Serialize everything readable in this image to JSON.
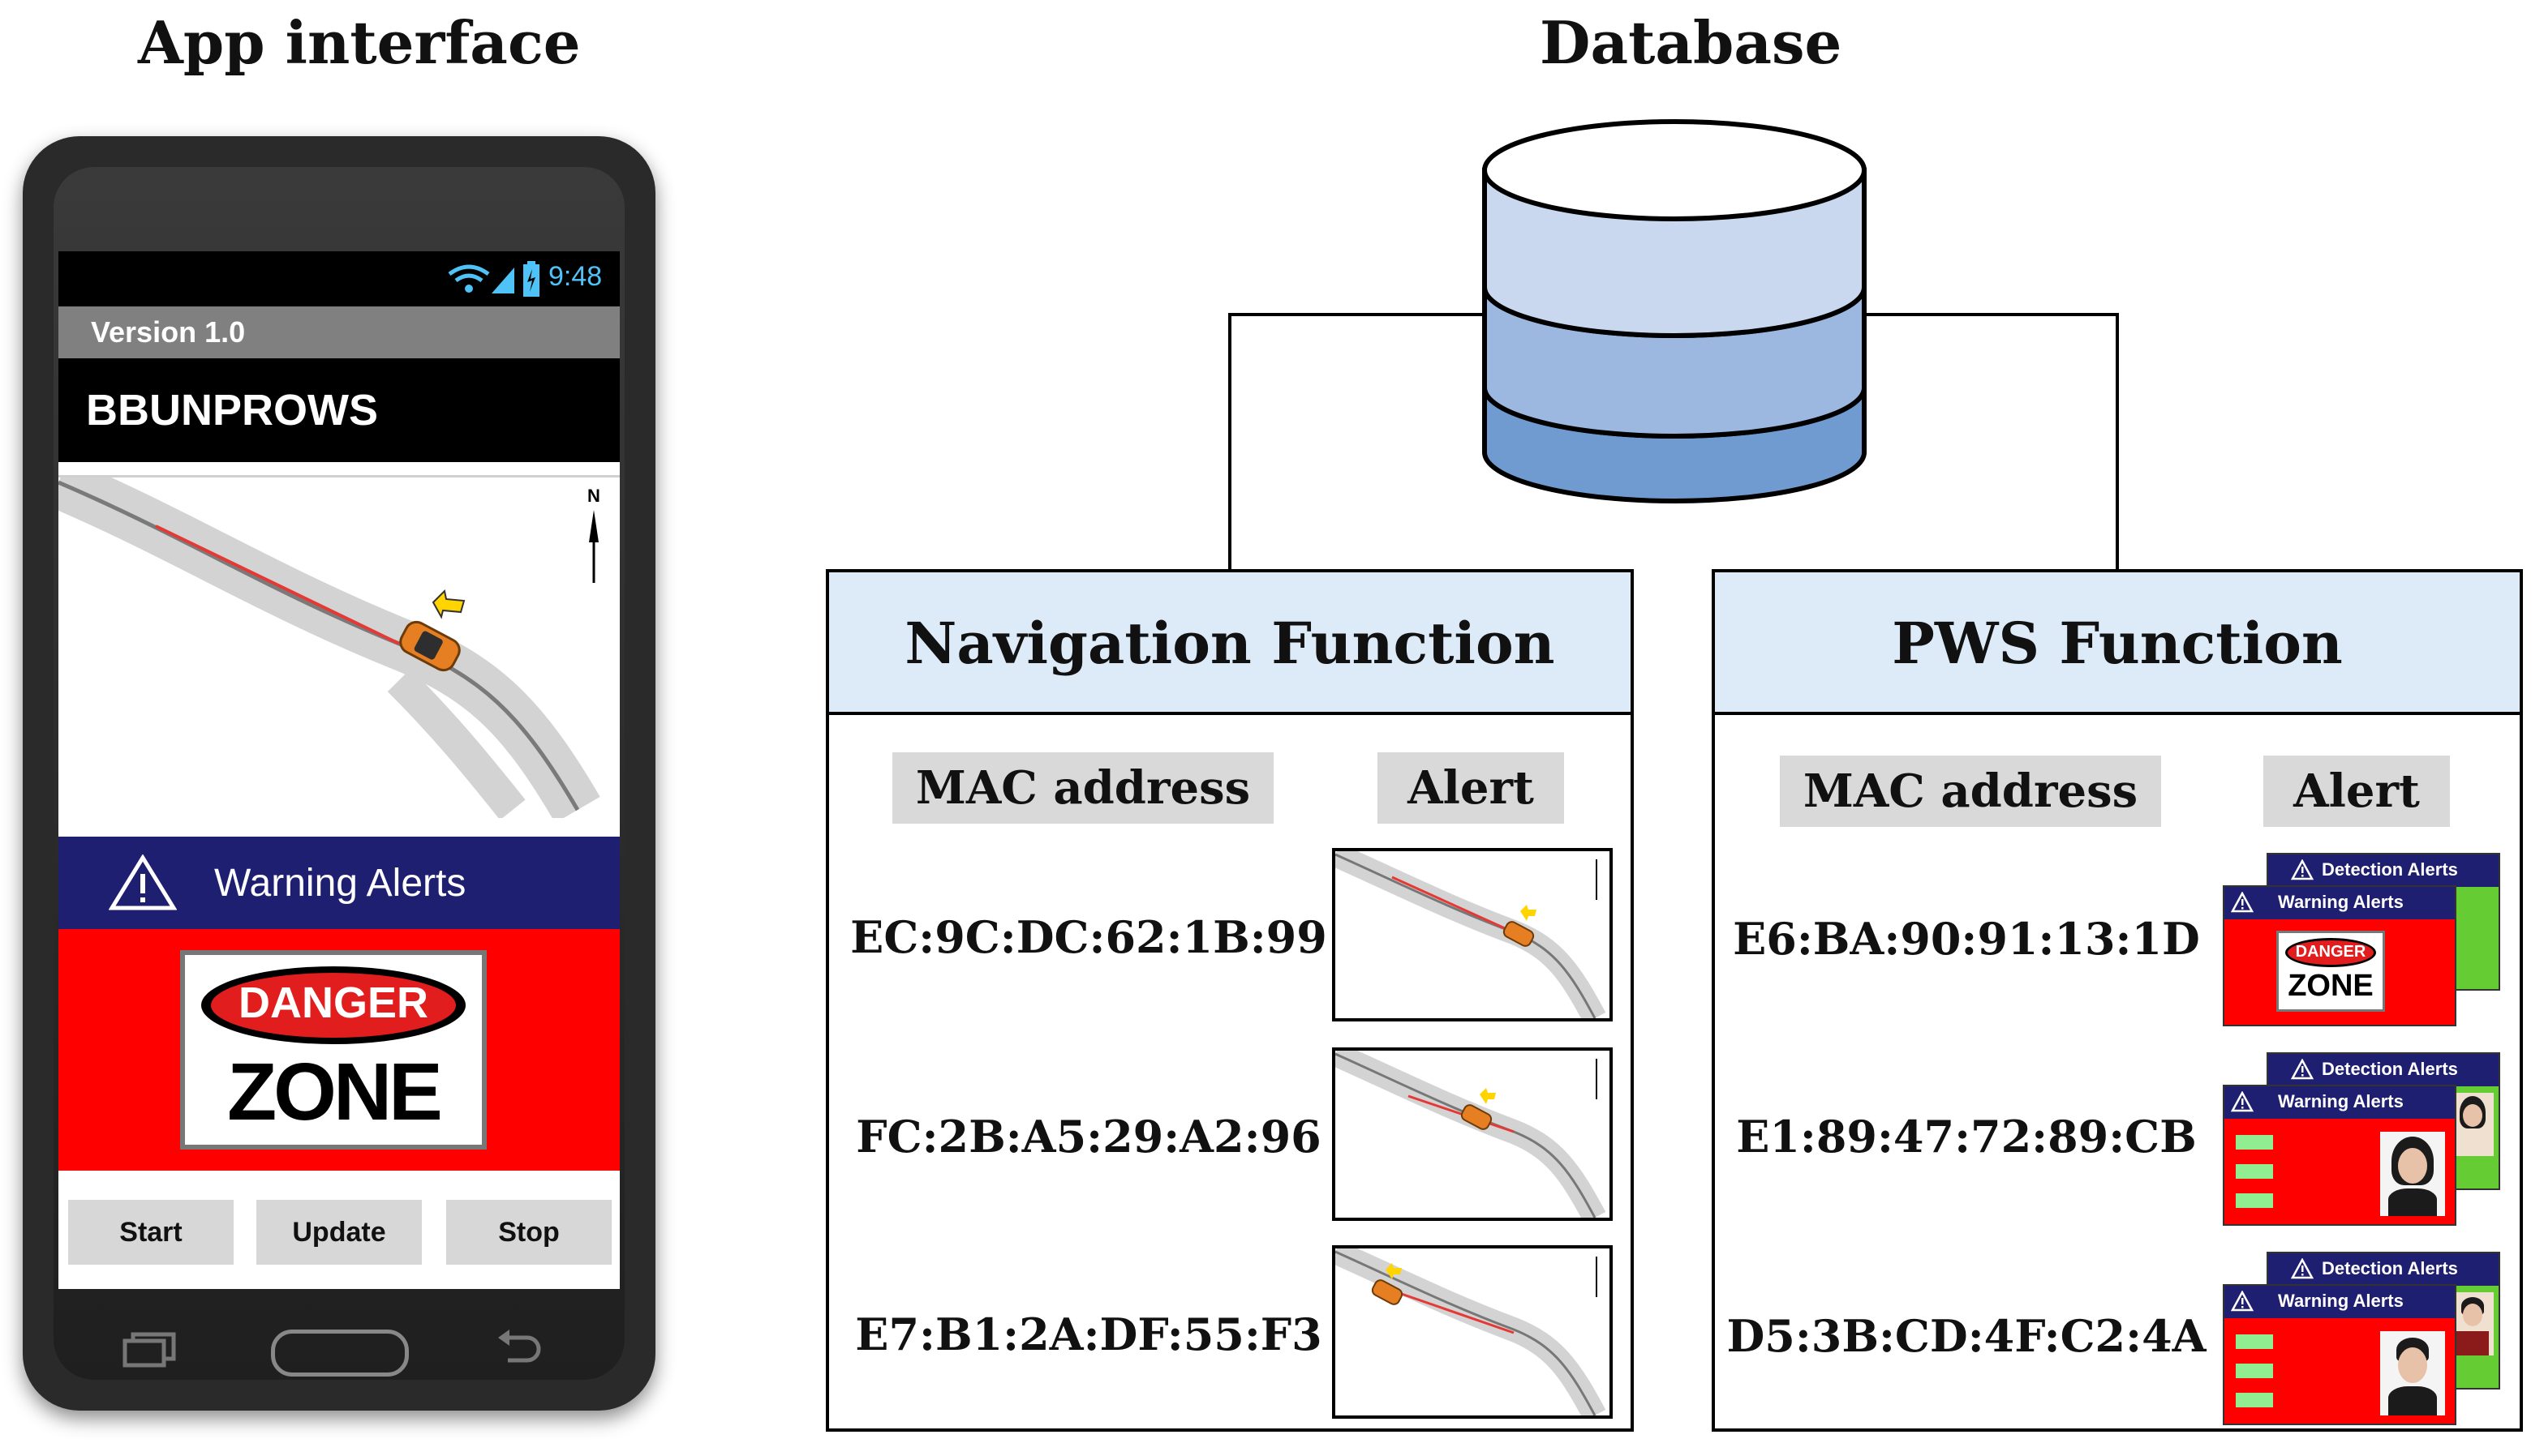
{
  "left_title": "App interface",
  "right_title": "Database",
  "phone": {
    "time": "9:48",
    "version": "Version 1.0",
    "app_name": "BBUNPROWS",
    "map_compass": "N",
    "warning_label": "Warning Alerts",
    "danger_top": "DANGER",
    "danger_bottom": "ZONE",
    "buttons": [
      "Start",
      "Update",
      "Stop"
    ]
  },
  "navigation": {
    "title": "Navigation Function",
    "col_mac": "MAC address",
    "col_alert": "Alert",
    "rows": [
      {
        "mac": "EC:9C:DC:62:1B:99"
      },
      {
        "mac": "FC:2B:A5:29:A2:96"
      },
      {
        "mac": "E7:B1:2A:DF:55:F3"
      }
    ]
  },
  "pws": {
    "title": "PWS Function",
    "col_mac": "MAC address",
    "col_alert": "Alert",
    "detection_label": "Detection Alerts",
    "warning_label": "Warning Alerts",
    "danger_top": "DANGER",
    "danger_bottom": "ZONE",
    "rows": [
      {
        "mac": "E6:BA:90:91:13:1D"
      },
      {
        "mac": "E1:89:47:72:89:CB"
      },
      {
        "mac": "D5:3B:CD:4F:C2:4A"
      }
    ]
  },
  "colors": {
    "db_top": "#c9d8ee",
    "db_mid": "#9db8e0",
    "db_bottom": "#6f9bd0",
    "header_fill": "#ddeaf7",
    "warning_bar": "#1f1f72",
    "danger_red": "#ff0000",
    "detection_green": "#66cc33"
  }
}
